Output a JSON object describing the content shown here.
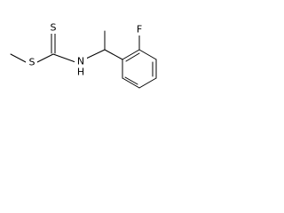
{
  "molecule": {
    "atoms": {
      "thione_sulfur": "S",
      "thioether_sulfur": "S",
      "nitrogen": "N",
      "fluorine": "F",
      "nitrogen_hydrogen": "H"
    }
  }
}
